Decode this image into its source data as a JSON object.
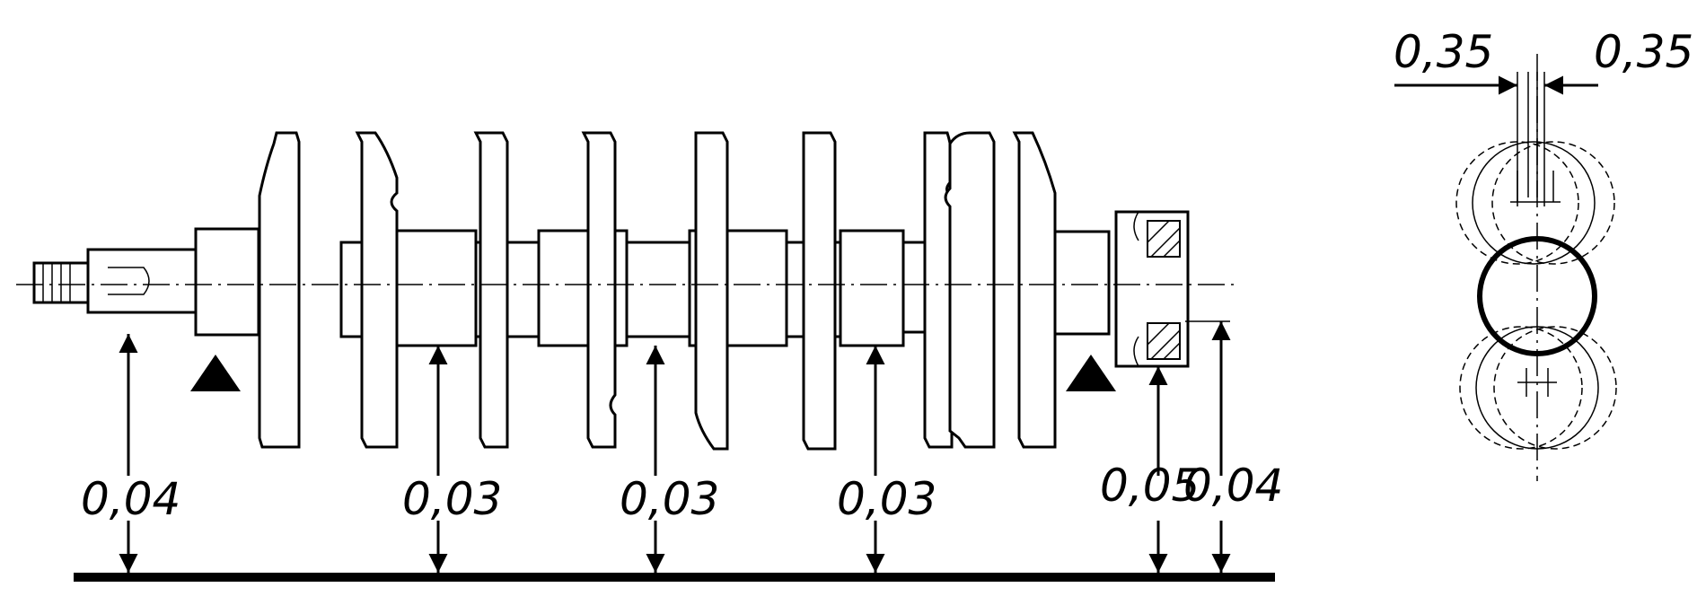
{
  "tolerance_labels": {
    "end_left": "0,04",
    "journal_2": "0,03",
    "journal_3": "0,03",
    "journal_4": "0,03",
    "flange": "0,05",
    "end_right": "0,04"
  },
  "offset_labels": {
    "left": "0,35",
    "right": "0,35"
  }
}
